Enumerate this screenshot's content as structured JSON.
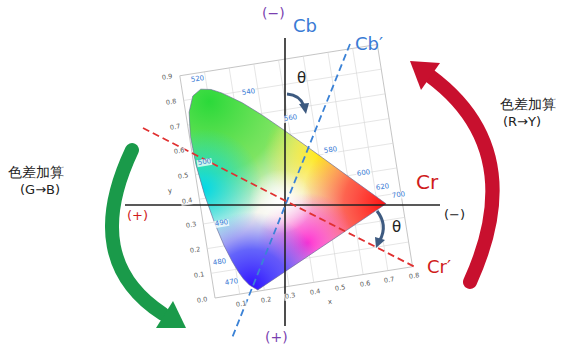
{
  "diagram": {
    "labels": [
      "(−)",
      "Cb",
      "Cb′",
      "θ",
      "色差加算",
      "(R→Y)",
      "色差加算",
      "(G→B)",
      "(+)",
      "Cr",
      "(−)",
      "θ",
      "Cr′",
      "(+)",
      "520",
      "540",
      "560",
      "580",
      "600",
      "620",
      "700",
      "500",
      "490",
      "480",
      "470",
      "0.0",
      "0.1",
      "0.2",
      "0.3",
      "0.4",
      "0.5",
      "0.6",
      "0.7",
      "0.8",
      "0.9",
      "0.1",
      "0.2",
      "0.3",
      "0.4",
      "0.5",
      "0.6",
      "0.7",
      "0.8",
      "x",
      "y"
    ]
  }
}
